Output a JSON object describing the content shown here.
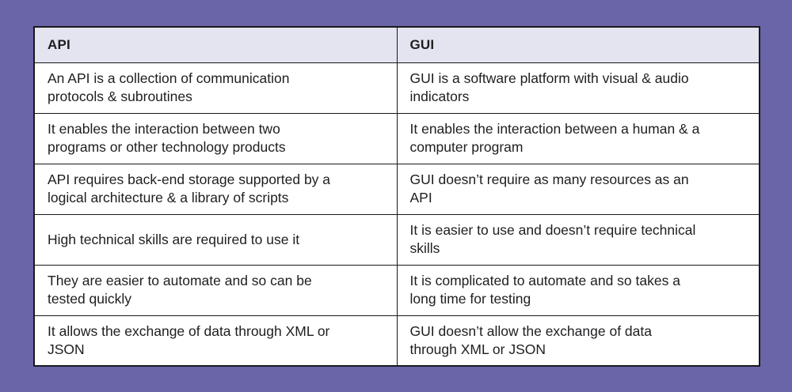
{
  "colors": {
    "page_background": "#6a64a8",
    "header_background": "#e4e3f0",
    "cell_background": "#ffffff",
    "border": "#19191c",
    "text": "#1e1e21"
  },
  "table": {
    "headers": [
      "API",
      "GUI"
    ],
    "rows": [
      [
        "An API is a collection of communication\nprotocols & subroutines",
        "GUI is a software platform with visual & audio\nindicators"
      ],
      [
        "It enables the interaction between two\nprograms or other technology products",
        "It enables the interaction between a human & a\ncomputer program"
      ],
      [
        "API requires back-end storage supported by a\nlogical architecture & a library of scripts",
        "GUI doesn’t require as many resources as an\nAPI"
      ],
      [
        "High technical skills are required to use it",
        "It is easier to use and doesn’t require technical\nskills"
      ],
      [
        "They are easier to automate and so can be\ntested quickly",
        "It is complicated to automate and so takes a\nlong time for testing"
      ],
      [
        "It allows the exchange of data through XML or\nJSON",
        "GUI doesn’t allow the exchange of data\nthrough XML or JSON"
      ]
    ]
  }
}
